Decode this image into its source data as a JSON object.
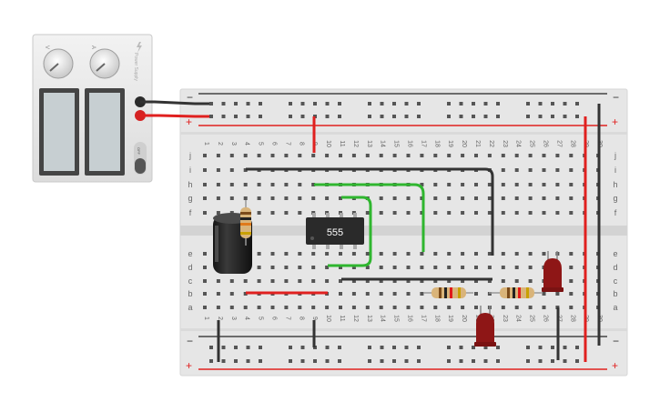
{
  "power_supply": {
    "knob_voltage_label": "V",
    "knob_current_label": "A",
    "brand": "Power Supply",
    "switch_label": "OFF",
    "off_state": "OFF"
  },
  "breadboard": {
    "column_numbers": [
      "1",
      "2",
      "3",
      "4",
      "5",
      "6",
      "7",
      "8",
      "9",
      "10",
      "11",
      "12",
      "13",
      "14",
      "15",
      "16",
      "17",
      "18",
      "19",
      "20",
      "21",
      "22",
      "23",
      "24",
      "25",
      "26",
      "27",
      "28",
      "29",
      "30"
    ],
    "row_letters_top": [
      "j",
      "i",
      "h",
      "g",
      "f"
    ],
    "row_letters_bottom": [
      "e",
      "d",
      "c",
      "b",
      "a"
    ],
    "rail_minus": "−",
    "rail_plus": "+"
  },
  "components": {
    "ic_label": "555"
  },
  "colors": {
    "wire_black": "#333333",
    "wire_red": "#e0201f",
    "wire_green": "#2fb62f",
    "board": "#e6e6e6",
    "led": "#8e1616",
    "ic": "#2a2a2a"
  }
}
